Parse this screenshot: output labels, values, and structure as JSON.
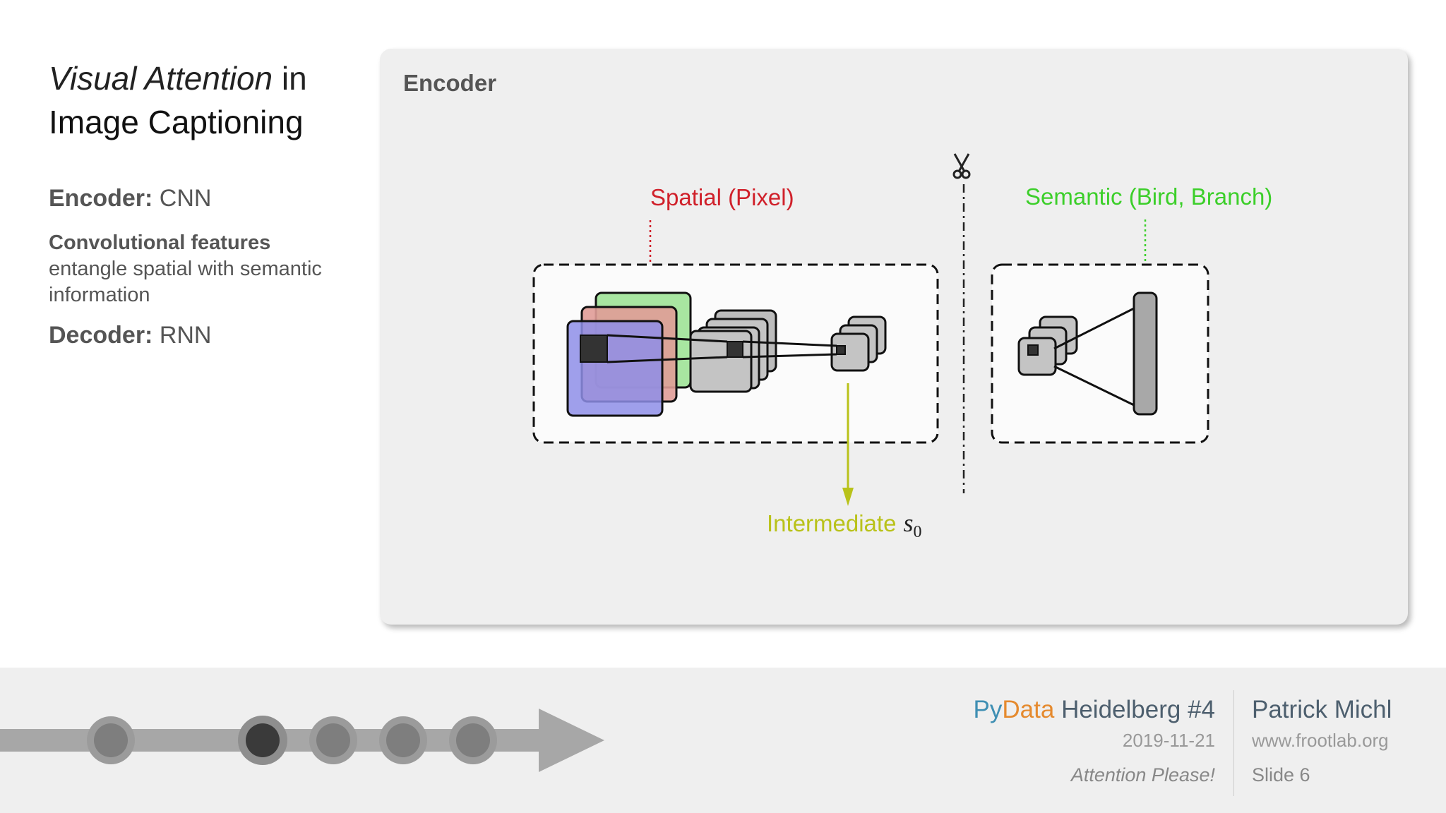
{
  "slide": {
    "title_italic": "Visual Attention",
    "title_connector": " in",
    "title_line2": "Image Captioning",
    "encoder_label": "Encoder:",
    "encoder_value": " CNN",
    "conv_heading": "Convolutional features",
    "conv_text": "entangle spatial with semantic information",
    "decoder_label": "Decoder:",
    "decoder_value": " RNN"
  },
  "card": {
    "title": "Encoder",
    "spatial_label": "Spatial (Pixel)",
    "semantic_label": "Semantic (Bird, Branch)",
    "intermediate_label": "Intermediate",
    "intermediate_symbol": "s",
    "intermediate_subscript": "0",
    "scissors_icon": "scissors-icon"
  },
  "colors": {
    "spatial": "#d0202a",
    "semantic": "#3ccf2a",
    "intermediate": "#b9c21a",
    "rgb_red": "#e9a0a0",
    "rgb_green": "#a8e6a1",
    "rgb_blue": "#8e8ee8"
  },
  "footer": {
    "event_py": "Py",
    "event_data": "Data",
    "event_rest": " Heidelberg #4",
    "date": "2019-11-21",
    "talk": "Attention Please!",
    "author": "Patrick Michl",
    "site": "www.frootlab.org",
    "slide": "Slide 6"
  }
}
